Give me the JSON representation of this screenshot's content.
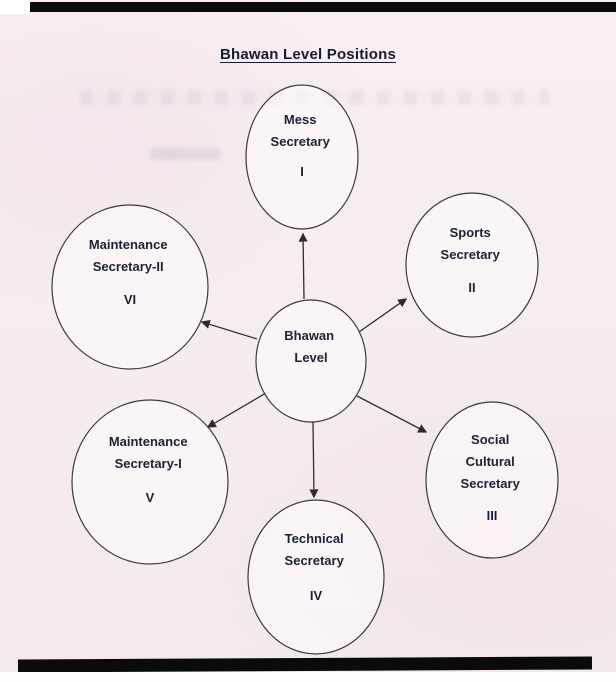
{
  "page": {
    "title": "Bhawan Level Positions",
    "colors": {
      "background": "#f6ecf1",
      "ink": "#1d2135",
      "line": "#2e2e2e",
      "scan_edge": "#0b0b0b"
    }
  },
  "diagram": {
    "center": {
      "lines": [
        "Bhawan",
        "Level"
      ]
    },
    "nodes": [
      {
        "lines": [
          "Mess",
          "Secretary"
        ],
        "numeral": "I"
      },
      {
        "lines": [
          "Sports",
          "Secretary"
        ],
        "numeral": "II"
      },
      {
        "lines": [
          "Social",
          "Cultural",
          "Secretary"
        ],
        "numeral": "III"
      },
      {
        "lines": [
          "Technical",
          "Secretary"
        ],
        "numeral": "IV"
      },
      {
        "lines": [
          "Maintenance",
          "Secretary-I"
        ],
        "numeral": "V"
      },
      {
        "lines": [
          "Maintenance",
          "Secretary-II"
        ],
        "numeral": "VI"
      }
    ]
  }
}
